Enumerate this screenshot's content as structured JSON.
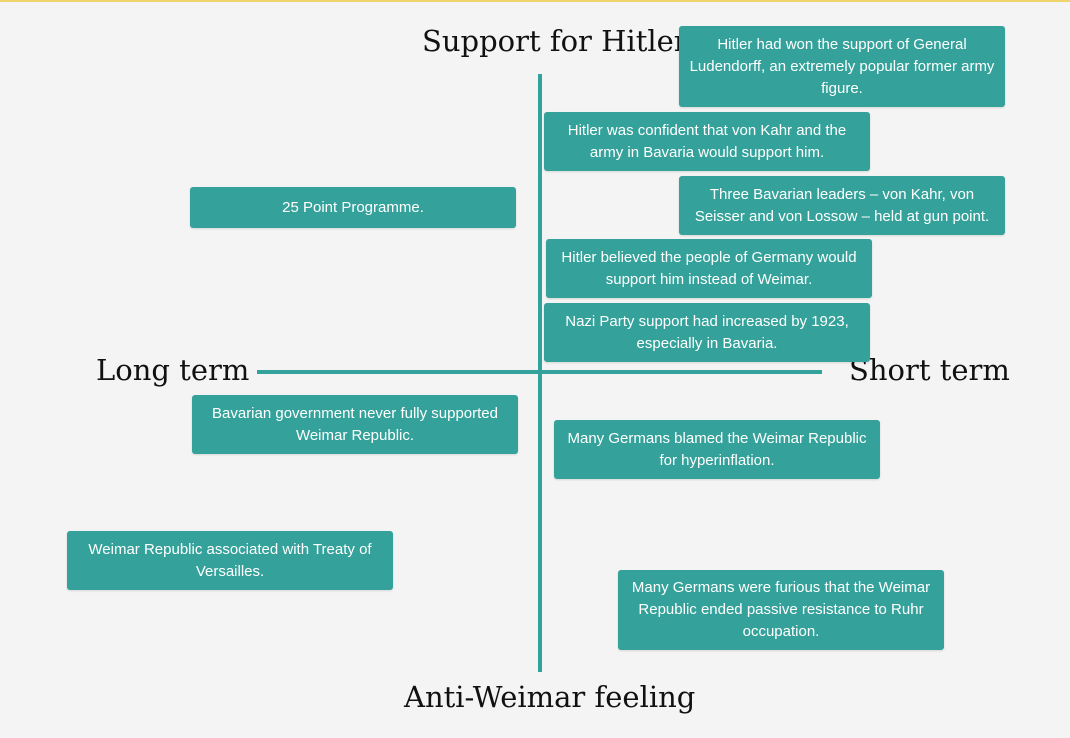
{
  "axes": {
    "top": "Support for Hitler",
    "bottom": "Anti-Weimar feeling",
    "left": "Long term",
    "right": "Short term"
  },
  "cards": [
    "Hitler had won the support of General Ludendorff, an extremely popular former army figure.",
    "Hitler was confident that von Kahr and the army in Bavaria would support him.",
    "25 Point Programme.",
    "Three Bavarian leaders – von Kahr, von Seisser and von Lossow – held at gun point.",
    "Hitler believed the people of Germany would support him instead of Weimar.",
    "Nazi Party support had increased by 1923, especially in Bavaria.",
    "Bavarian government never fully supported Weimar Republic.",
    "Many Germans blamed the Weimar Republic for hyperinflation.",
    "Weimar Republic associated with Treaty of Versailles.",
    "Many Germans were furious that the Weimar Republic ended passive resistance to Ruhr occupation."
  ],
  "colors": {
    "card_bg": "#34a29a",
    "card_text": "#ffffff",
    "axis": "#33a29a",
    "background": "#f4f4f4"
  }
}
